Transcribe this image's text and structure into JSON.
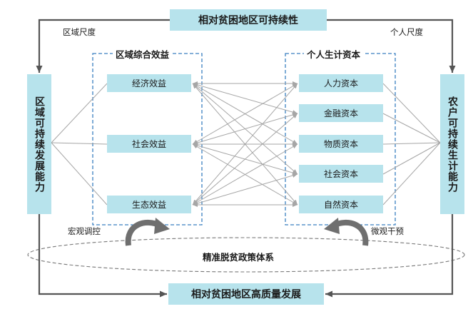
{
  "top_goal": "相对贫困地区可持续性",
  "bottom_goal": "相对贫困地区高质量发展",
  "left_pillar": "区域可持续发展能力",
  "right_pillar": "农户可持续生计能力",
  "left_scale": "区域尺度",
  "right_scale": "个人尺度",
  "left_group": {
    "title": "区域综合效益",
    "items": [
      "经济效益",
      "社会效益",
      "生态效益"
    ]
  },
  "right_group": {
    "title": "个人生计资本",
    "items": [
      "人力资本",
      "金融资本",
      "物质资本",
      "社会资本",
      "自然资本"
    ]
  },
  "macro_label": "宏观调控",
  "micro_label": "微观干预",
  "core_policy": "精准脱贫政策体系",
  "colors": {
    "box_fill": "#b7e3ec",
    "dashed_border": "#3a7fc1",
    "connector": "#a6a6a6",
    "outer_arrow": "#555555",
    "curved_arrow": "#6f6f6f"
  }
}
